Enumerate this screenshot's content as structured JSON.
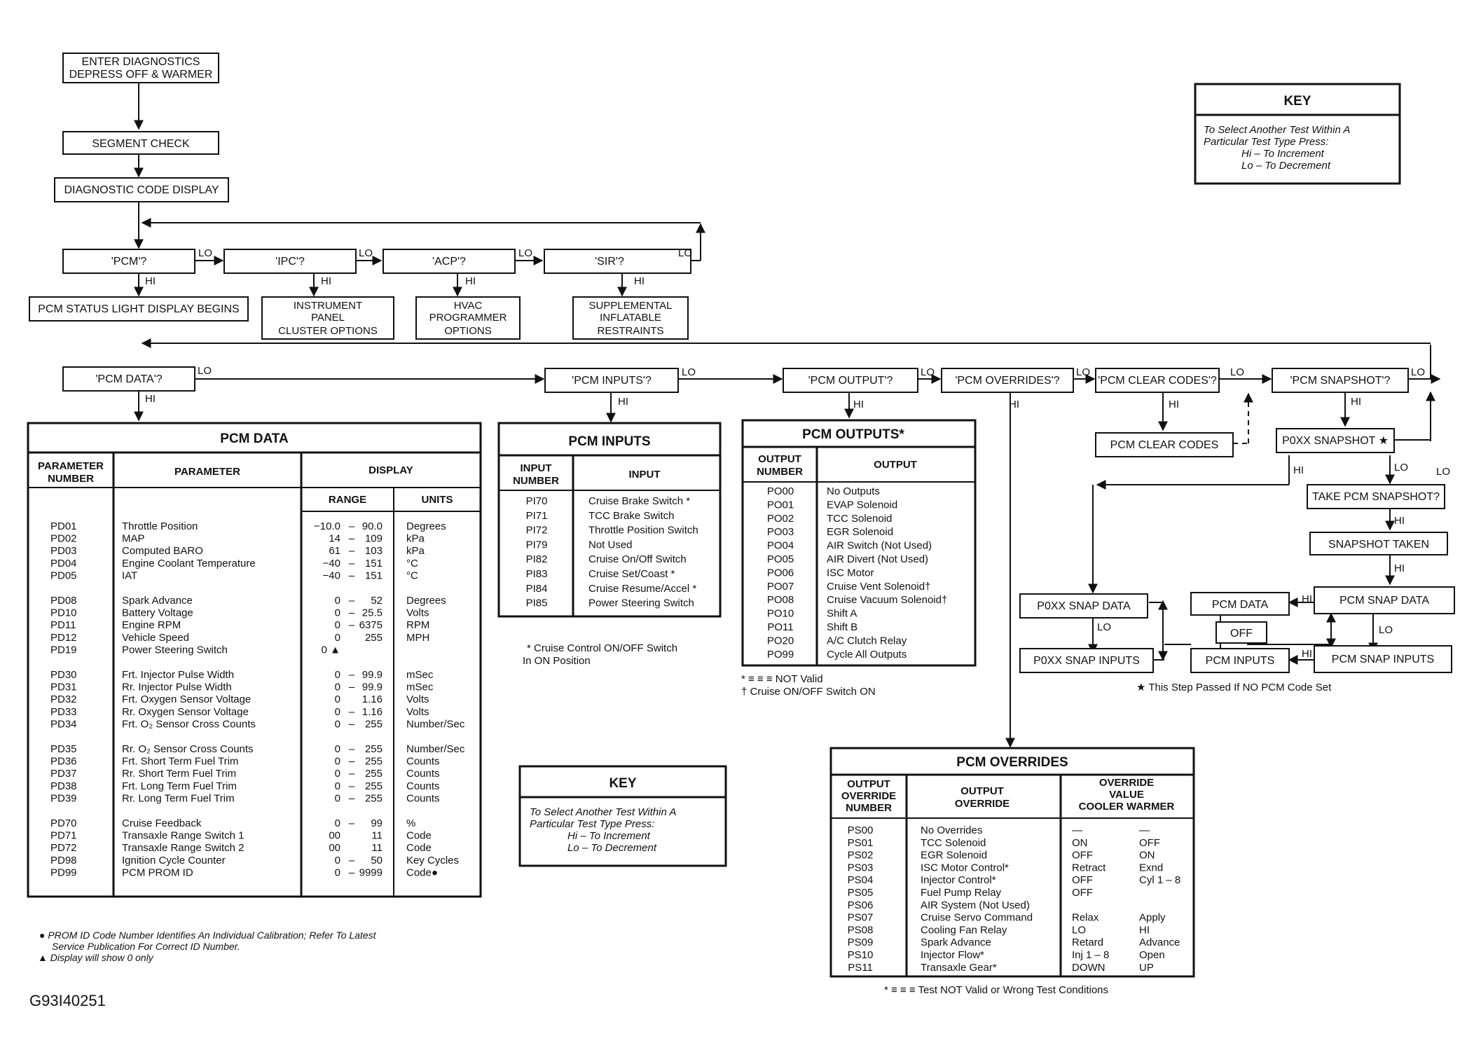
{
  "flow": {
    "enter_diag": [
      "ENTER DIAGNOSTICS",
      "DEPRESS OFF & WARMER"
    ],
    "segment_check": "SEGMENT CHECK",
    "diag_code_display": "DIAGNOSTIC CODE DISPLAY",
    "q_pcm": "'PCM'?",
    "q_ipc": "'IPC'?",
    "q_acp": "'ACP'?",
    "q_sir": "'SIR'?",
    "lo": "LO",
    "hi": "HI",
    "pcm_status": "PCM STATUS LIGHT DISPLAY BEGINS",
    "ipc_options": [
      "INSTRUMENT",
      "PANEL",
      "CLUSTER OPTIONS"
    ],
    "hvac_options": [
      "HVAC",
      "PROGRAMMER",
      "OPTIONS"
    ],
    "sir_options": [
      "SUPPLEMENTAL",
      "INFLATABLE",
      "RESTRAINTS"
    ],
    "q_pcm_data": "'PCM DATA'?",
    "q_pcm_inputs": "'PCM INPUTS'?",
    "q_pcm_output": "'PCM OUTPUT'?",
    "q_pcm_overrides": "'PCM OVERRIDES'?",
    "q_pcm_clear": "'PCM CLEAR CODES'?",
    "q_pcm_snapshot": "'PCM SNAPSHOT'?",
    "pcm_clear_codes": "PCM CLEAR CODES",
    "p0xx_snapshot": "P0XX SNAPSHOT ★",
    "take_snapshot": "TAKE PCM SNAPSHOT?",
    "snapshot_taken": "SNAPSHOT TAKEN",
    "p0xx_snap_data": "P0XX SNAP DATA",
    "pcm_data_box": "PCM DATA",
    "pcm_snap_data": "PCM SNAP DATA",
    "off": "OFF",
    "p0xx_snap_inputs": "P0XX SNAP INPUTS",
    "pcm_inputs_box": "PCM INPUTS",
    "pcm_snap_inputs": "PCM SNAP INPUTS",
    "snap_note": "★ This Step Passed If NO PCM Code Set"
  },
  "key_top": {
    "title": "KEY",
    "lines": [
      "To Select Another Test Within A",
      "Particular Test Type Press:",
      "Hi – To Increment",
      "Lo – To Decrement"
    ]
  },
  "key_mid": {
    "title": "KEY",
    "lines": [
      "To Select Another Test Within A",
      "Particular Test Type Press:",
      "Hi – To Increment",
      "Lo – To Decrement"
    ]
  },
  "pcm_data": {
    "title": "PCM DATA",
    "h_param_num": [
      "PARAMETER",
      "NUMBER"
    ],
    "h_param": "PARAMETER",
    "h_display": "DISPLAY",
    "h_range": "RANGE",
    "h_units": "UNITS",
    "groups": [
      [
        {
          "num": "PD01",
          "name": "Throttle Position",
          "lo": "−10.0",
          "dash": "–",
          "hi": "90.0",
          "unit": "Degrees"
        },
        {
          "num": "PD02",
          "name": "MAP",
          "lo": "14",
          "dash": "–",
          "hi": "109",
          "unit": "kPa"
        },
        {
          "num": "PD03",
          "name": "Computed BARO",
          "lo": "61",
          "dash": "–",
          "hi": "103",
          "unit": "kPa"
        },
        {
          "num": "PD04",
          "name": "Engine Coolant Temperature",
          "lo": "−40",
          "dash": "–",
          "hi": "151",
          "unit": "°C"
        },
        {
          "num": "PD05",
          "name": "IAT",
          "lo": "−40",
          "dash": "–",
          "hi": "151",
          "unit": "°C"
        }
      ],
      [
        {
          "num": "PD08",
          "name": "Spark Advance",
          "lo": "0",
          "dash": "–",
          "hi": "52",
          "unit": "Degrees"
        },
        {
          "num": "PD10",
          "name": "Battery Voltage",
          "lo": "0",
          "dash": "–",
          "hi": "25.5",
          "unit": "Volts"
        },
        {
          "num": "PD11",
          "name": "Engine RPM",
          "lo": "0",
          "dash": "–",
          "hi": "6375",
          "unit": "RPM"
        },
        {
          "num": "PD12",
          "name": "Vehicle Speed",
          "lo": "0",
          "dash": "",
          "hi": "255",
          "unit": "MPH"
        },
        {
          "num": "PD19",
          "name": "Power Steering Switch",
          "lo": "0 ▲",
          "dash": "",
          "hi": "",
          "unit": ""
        }
      ],
      [
        {
          "num": "PD30",
          "name": "Frt. Injector Pulse Width",
          "lo": "0",
          "dash": "–",
          "hi": "99.9",
          "unit": "mSec"
        },
        {
          "num": "PD31",
          "name": "Rr. Injector Pulse Width",
          "lo": "0",
          "dash": "–",
          "hi": "99.9",
          "unit": "mSec"
        },
        {
          "num": "PD32",
          "name": "Frt. Oxygen Sensor Voltage",
          "lo": "0",
          "dash": "",
          "hi": "1.16",
          "unit": "Volts"
        },
        {
          "num": "PD33",
          "name": "Rr. Oxygen Sensor Voltage",
          "lo": "0",
          "dash": "–",
          "hi": "1.16",
          "unit": "Volts"
        },
        {
          "num": "PD34",
          "name": "Frt. O₂ Sensor Cross Counts",
          "lo": "0",
          "dash": "–",
          "hi": "255",
          "unit": "Number/Sec"
        }
      ],
      [
        {
          "num": "PD35",
          "name": "Rr. O₂ Sensor Cross Counts",
          "lo": "0",
          "dash": "–",
          "hi": "255",
          "unit": "Number/Sec"
        },
        {
          "num": "PD36",
          "name": "Frt.  Short Term Fuel Trim",
          "lo": "0",
          "dash": "–",
          "hi": "255",
          "unit": "Counts"
        },
        {
          "num": "PD37",
          "name": "Rr. Short Term Fuel Trim",
          "lo": "0",
          "dash": "–",
          "hi": "255",
          "unit": "Counts"
        },
        {
          "num": "PD38",
          "name": "Frt. Long Term Fuel Trim",
          "lo": "0",
          "dash": "–",
          "hi": "255",
          "unit": "Counts"
        },
        {
          "num": "PD39",
          "name": "Rr. Long Term Fuel Trim",
          "lo": "0",
          "dash": "–",
          "hi": "255",
          "unit": "Counts"
        }
      ],
      [
        {
          "num": "PD70",
          "name": "Cruise Feedback",
          "lo": "0",
          "dash": "–",
          "hi": "99",
          "unit": "%"
        },
        {
          "num": "PD71",
          "name": "Transaxle Range Switch 1",
          "lo": "00",
          "dash": "",
          "hi": "11",
          "unit": "Code"
        },
        {
          "num": "PD72",
          "name": "Transaxle Range Switch 2",
          "lo": "00",
          "dash": "",
          "hi": "11",
          "unit": "Code"
        },
        {
          "num": "PD98",
          "name": "Ignition Cycle Counter",
          "lo": "0",
          "dash": "–",
          "hi": "50",
          "unit": "Key Cycles"
        },
        {
          "num": "PD99",
          "name": "PCM PROM ID",
          "lo": "0",
          "dash": "–",
          "hi": "9999",
          "unit": "Code●"
        }
      ]
    ],
    "notes": [
      "● PROM ID Code Number Identifies An Individual Calibration; Refer To Latest",
      "Service Publication For Correct ID Number.",
      "▲ Display will show 0 only"
    ]
  },
  "pcm_inputs": {
    "title": "PCM INPUTS",
    "h_num": [
      "INPUT",
      "NUMBER"
    ],
    "h_input": "INPUT",
    "rows": [
      {
        "num": "PI70",
        "name": "Cruise Brake Switch *"
      },
      {
        "num": "PI71",
        "name": "TCC Brake Switch"
      },
      {
        "num": "PI72",
        "name": "Throttle Position Switch"
      },
      {
        "num": "PI79",
        "name": "Not Used"
      },
      {
        "num": "PI82",
        "name": "Cruise On/Off Switch"
      },
      {
        "num": "PI83",
        "name": "Cruise Set/Coast *"
      },
      {
        "num": "PI84",
        "name": "Cruise Resume/Accel *"
      },
      {
        "num": "PI85",
        "name": "Power Steering Switch"
      }
    ],
    "notes": [
      "* Cruise Control ON/OFF Switch",
      "In ON Position"
    ]
  },
  "pcm_outputs": {
    "title": "PCM OUTPUTS*",
    "h_num": [
      "OUTPUT",
      "NUMBER"
    ],
    "h_output": "OUTPUT",
    "rows": [
      {
        "num": "PO00",
        "name": "No Outputs"
      },
      {
        "num": "PO01",
        "name": "EVAP Solenoid"
      },
      {
        "num": "PO02",
        "name": "TCC Solenoid"
      },
      {
        "num": "PO03",
        "name": "EGR Solenoid"
      },
      {
        "num": "PO04",
        "name": "AIR Switch (Not Used)"
      },
      {
        "num": "PO05",
        "name": "AIR Divert (Not Used)"
      },
      {
        "num": "PO06",
        "name": "ISC Motor"
      },
      {
        "num": "PO07",
        "name": "Cruise Vent Solenoid†"
      },
      {
        "num": "PO08",
        "name": "Cruise Vacuum Solenoid†"
      },
      {
        "num": "PO10",
        "name": "Shift A"
      },
      {
        "num": "PO11",
        "name": "Shift B"
      },
      {
        "num": "PO20",
        "name": "A/C Clutch Relay"
      },
      {
        "num": "PO99",
        "name": "Cycle All Outputs"
      }
    ],
    "notes": [
      "* ≡ ≡ ≡  NOT Valid",
      "† Cruise ON/OFF Switch ON"
    ]
  },
  "pcm_overrides": {
    "title": "PCM OVERRIDES",
    "h_num": [
      "OUTPUT",
      "OVERRIDE",
      "NUMBER"
    ],
    "h_override": [
      "OUTPUT",
      "OVERRIDE"
    ],
    "h_value": [
      "OVERRIDE",
      "VALUE",
      "COOLER WARMER"
    ],
    "rows": [
      {
        "num": "PS00",
        "name": "No Overrides",
        "cool": "—",
        "warm": "—"
      },
      {
        "num": "PS01",
        "name": "TCC Solenoid",
        "cool": "ON",
        "warm": "OFF"
      },
      {
        "num": "PS02",
        "name": "EGR Solenoid",
        "cool": "OFF",
        "warm": "ON"
      },
      {
        "num": "PS03",
        "name": "ISC Motor Control*",
        "cool": "Retract",
        "warm": "Exnd"
      },
      {
        "num": "PS04",
        "name": "Injector Control*",
        "cool": "OFF",
        "warm": "Cyl 1 – 8"
      },
      {
        "num": "PS05",
        "name": "Fuel Pump Relay",
        "cool": "OFF",
        "warm": ""
      },
      {
        "num": "PS06",
        "name": "AIR System (Not Used)",
        "cool": "",
        "warm": ""
      },
      {
        "num": "PS07",
        "name": "Cruise Servo Command",
        "cool": "Relax",
        "warm": "Apply"
      },
      {
        "num": "PS08",
        "name": "Cooling Fan Relay",
        "cool": "LO",
        "warm": "HI"
      },
      {
        "num": "PS09",
        "name": "Spark Advance",
        "cool": "Retard",
        "warm": "Advance"
      },
      {
        "num": "PS10",
        "name": "Injector Flow*",
        "cool": "Inj 1 – 8",
        "warm": "Open"
      },
      {
        "num": "PS11",
        "name": "Transaxle Gear*",
        "cool": "DOWN",
        "warm": "UP"
      }
    ],
    "note": "* ≡ ≡ ≡  Test NOT Valid or Wrong Test Conditions"
  },
  "figure_id": "G93I40251"
}
